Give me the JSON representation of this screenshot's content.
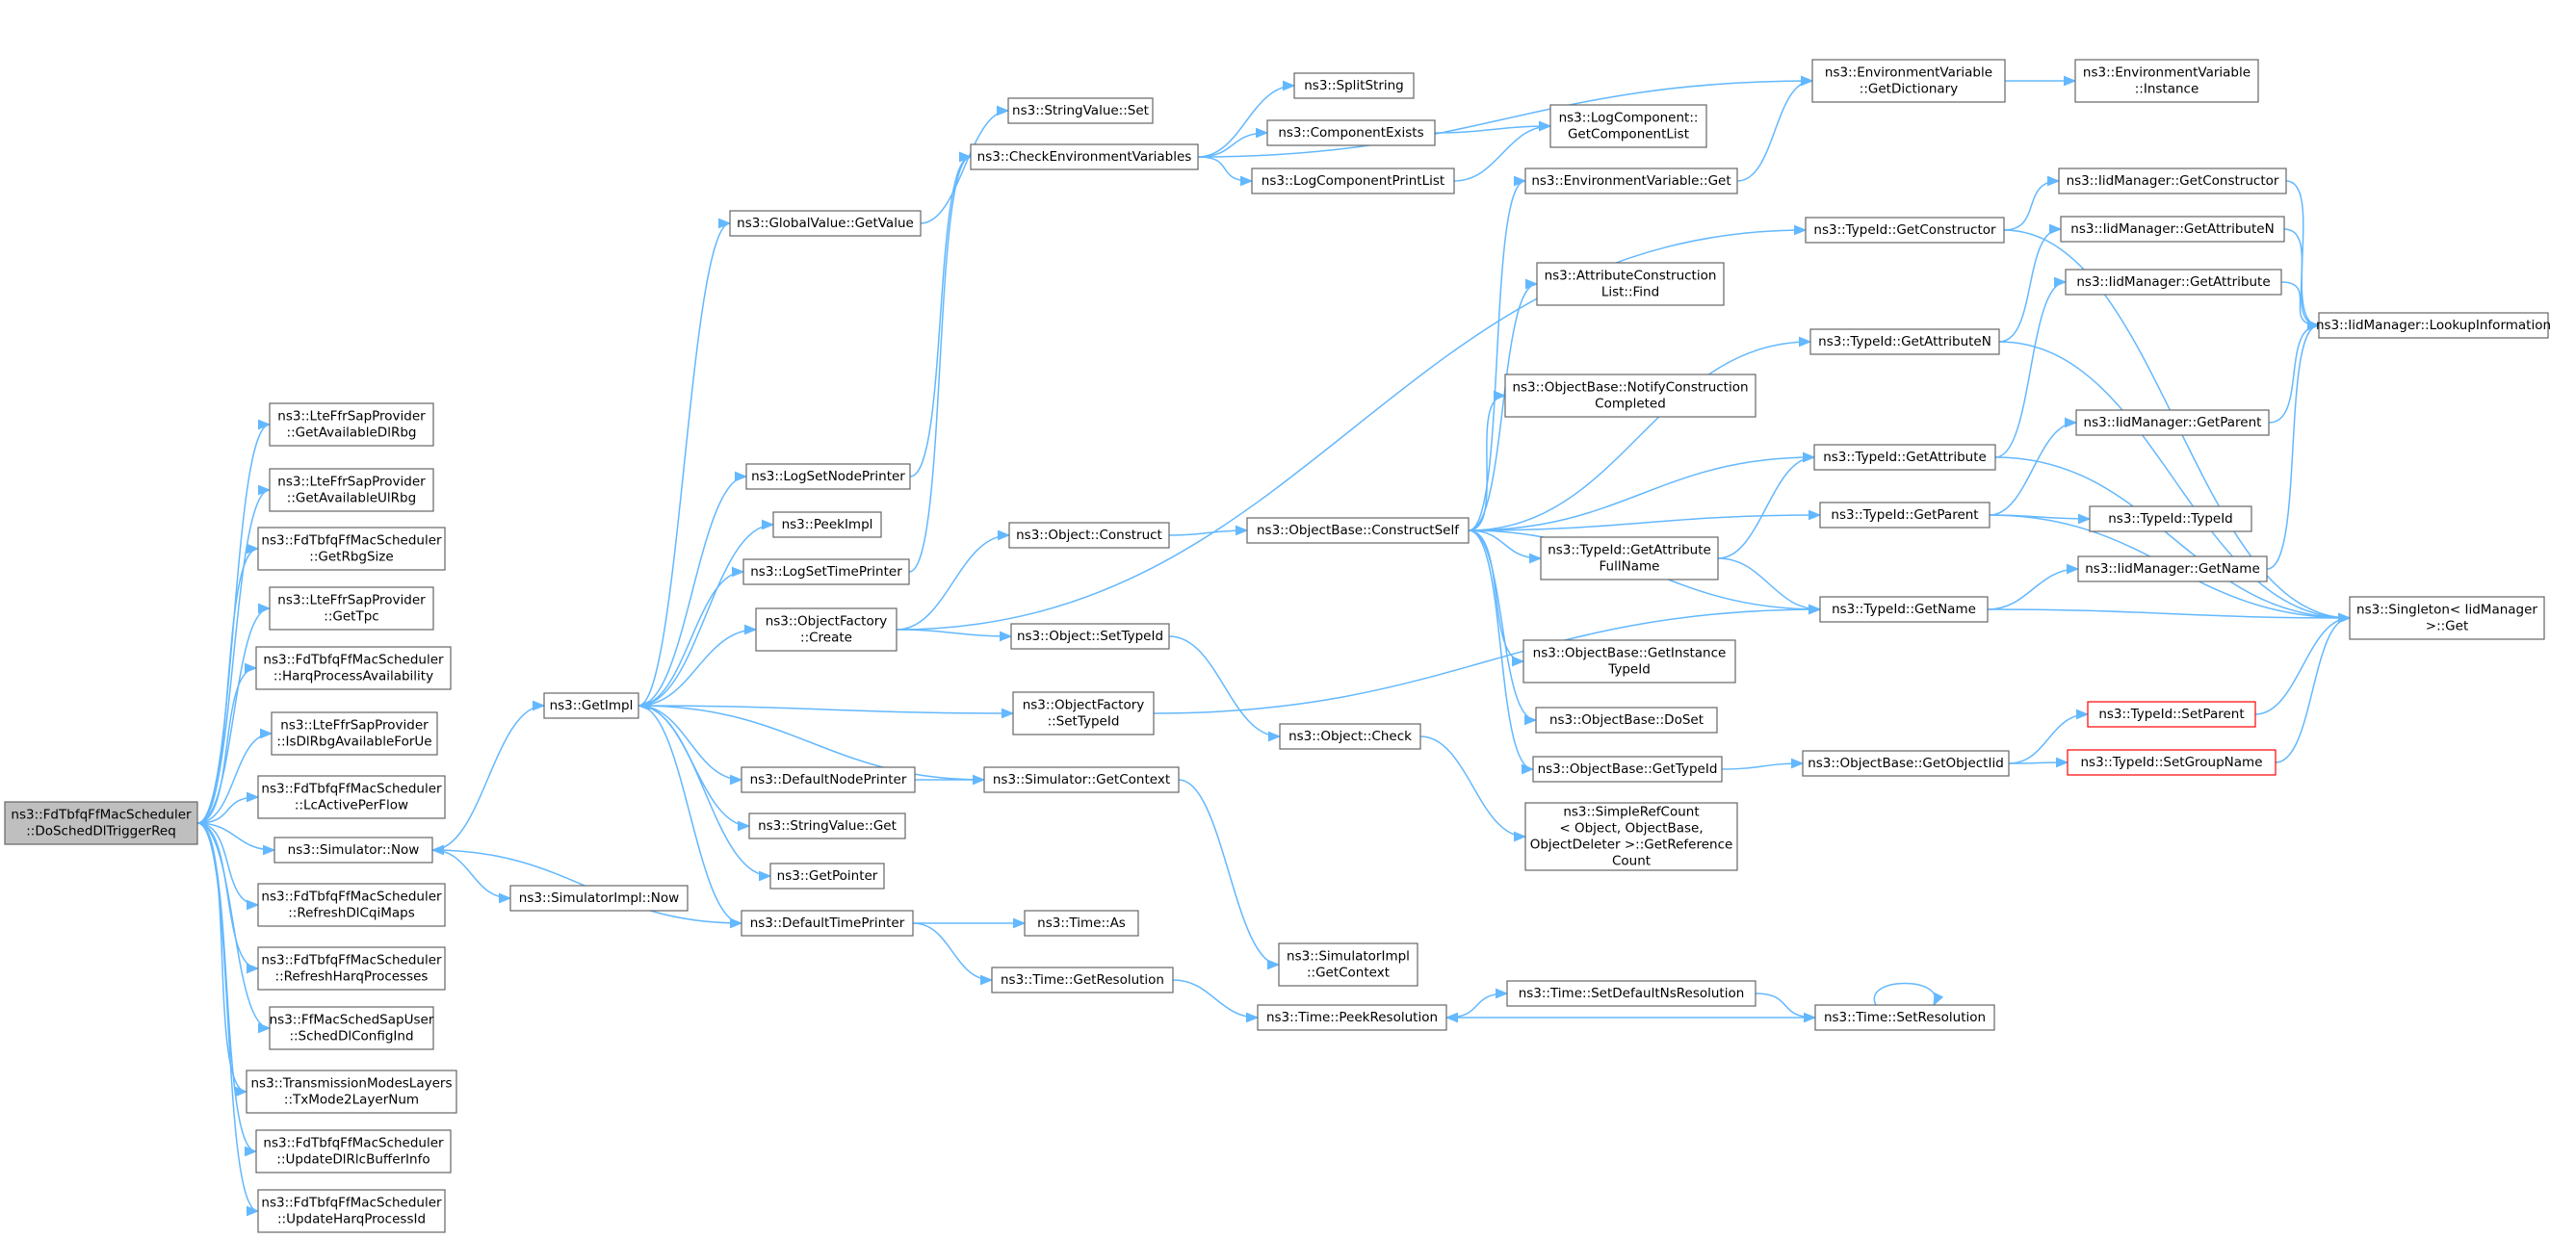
{
  "nodes": [
    {
      "id": "root",
      "lines": [
        "ns3::FdTbfqFfMacScheduler",
        "::DoSchedDlTriggerReq"
      ],
      "root": true
    },
    {
      "id": "n1",
      "lines": [
        "ns3::LteFfrSapProvider",
        "::GetAvailableDlRbg"
      ]
    },
    {
      "id": "n2",
      "lines": [
        "ns3::LteFfrSapProvider",
        "::GetAvailableUlRbg"
      ]
    },
    {
      "id": "n3",
      "lines": [
        "ns3::FdTbfqFfMacScheduler",
        "::GetRbgSize"
      ]
    },
    {
      "id": "n4",
      "lines": [
        "ns3::LteFfrSapProvider",
        "::GetTpc"
      ]
    },
    {
      "id": "n5",
      "lines": [
        "ns3::FdTbfqFfMacScheduler",
        "::HarqProcessAvailability"
      ]
    },
    {
      "id": "n6",
      "lines": [
        "ns3::LteFfrSapProvider",
        "::IsDlRbgAvailableForUe"
      ]
    },
    {
      "id": "n7",
      "lines": [
        "ns3::FdTbfqFfMacScheduler",
        "::LcActivePerFlow"
      ]
    },
    {
      "id": "simnow",
      "lines": [
        "ns3::Simulator::Now"
      ]
    },
    {
      "id": "n9",
      "lines": [
        "ns3::FdTbfqFfMacScheduler",
        "::RefreshDlCqiMaps"
      ]
    },
    {
      "id": "n10",
      "lines": [
        "ns3::FdTbfqFfMacScheduler",
        "::RefreshHarqProcesses"
      ]
    },
    {
      "id": "n11",
      "lines": [
        "ns3::FfMacSchedSapUser",
        "::SchedDlConfigInd"
      ]
    },
    {
      "id": "n12",
      "lines": [
        "ns3::TransmissionModesLayers",
        "::TxMode2LayerNum"
      ]
    },
    {
      "id": "n13",
      "lines": [
        "ns3::FdTbfqFfMacScheduler",
        "::UpdateDlRlcBufferInfo"
      ]
    },
    {
      "id": "n14",
      "lines": [
        "ns3::FdTbfqFfMacScheduler",
        "::UpdateHarqProcessId"
      ]
    },
    {
      "id": "getimpl",
      "lines": [
        "ns3::GetImpl"
      ]
    },
    {
      "id": "simimplnow",
      "lines": [
        "ns3::SimulatorImpl::Now"
      ]
    },
    {
      "id": "gvget",
      "lines": [
        "ns3::GlobalValue::GetValue"
      ]
    },
    {
      "id": "lsnp",
      "lines": [
        "ns3::LogSetNodePrinter"
      ]
    },
    {
      "id": "peek",
      "lines": [
        "ns3::PeekImpl"
      ]
    },
    {
      "id": "lstp",
      "lines": [
        "ns3::LogSetTimePrinter"
      ]
    },
    {
      "id": "ofcreate",
      "lines": [
        "ns3::ObjectFactory",
        "::Create"
      ]
    },
    {
      "id": "dnp",
      "lines": [
        "ns3::DefaultNodePrinter"
      ]
    },
    {
      "id": "svget",
      "lines": [
        "ns3::StringValue::Get"
      ]
    },
    {
      "id": "getptr",
      "lines": [
        "ns3::GetPointer"
      ]
    },
    {
      "id": "dtp",
      "lines": [
        "ns3::DefaultTimePrinter"
      ]
    },
    {
      "id": "svset",
      "lines": [
        "ns3::StringValue::Set"
      ]
    },
    {
      "id": "cev",
      "lines": [
        "ns3::CheckEnvironmentVariables"
      ]
    },
    {
      "id": "objconstruct",
      "lines": [
        "ns3::Object::Construct"
      ]
    },
    {
      "id": "objsettid",
      "lines": [
        "ns3::Object::SetTypeId"
      ]
    },
    {
      "id": "ofsettid",
      "lines": [
        "ns3::ObjectFactory",
        "::SetTypeId"
      ]
    },
    {
      "id": "simgetctx",
      "lines": [
        "ns3::Simulator::GetContext"
      ]
    },
    {
      "id": "timeas",
      "lines": [
        "ns3::Time::As"
      ]
    },
    {
      "id": "timegetres",
      "lines": [
        "ns3::Time::GetResolution"
      ]
    },
    {
      "id": "split",
      "lines": [
        "ns3::SplitString"
      ]
    },
    {
      "id": "compexists",
      "lines": [
        "ns3::ComponentExists"
      ]
    },
    {
      "id": "lcpl",
      "lines": [
        "ns3::LogComponentPrintList"
      ]
    },
    {
      "id": "obcs",
      "lines": [
        "ns3::ObjectBase::ConstructSelf"
      ]
    },
    {
      "id": "objcheck",
      "lines": [
        "ns3::Object::Check"
      ]
    },
    {
      "id": "simimplctx",
      "lines": [
        "ns3::SimulatorImpl",
        "::GetContext"
      ]
    },
    {
      "id": "timepeek",
      "lines": [
        "ns3::Time::PeekResolution"
      ]
    },
    {
      "id": "lcgcl",
      "lines": [
        "ns3::LogComponent::",
        "GetComponentList"
      ]
    },
    {
      "id": "evget",
      "lines": [
        "ns3::EnvironmentVariable::Get"
      ]
    },
    {
      "id": "acfind",
      "lines": [
        "ns3::AttributeConstruction",
        "List::Find"
      ]
    },
    {
      "id": "obnotify",
      "lines": [
        "ns3::ObjectBase::NotifyConstruction",
        "Completed"
      ]
    },
    {
      "id": "tidgafn",
      "lines": [
        "ns3::TypeId::GetAttribute",
        "FullName"
      ]
    },
    {
      "id": "obgit",
      "lines": [
        "ns3::ObjectBase::GetInstance",
        "TypeId"
      ]
    },
    {
      "id": "obdoset",
      "lines": [
        "ns3::ObjectBase::DoSet"
      ]
    },
    {
      "id": "obgettid",
      "lines": [
        "ns3::ObjectBase::GetTypeId"
      ]
    },
    {
      "id": "srcget",
      "lines": [
        "ns3::SimpleRefCount",
        "< Object, ObjectBase,",
        "ObjectDeleter >::GetReference",
        "Count"
      ]
    },
    {
      "id": "timesetdef",
      "lines": [
        "ns3::Time::SetDefaultNsResolution"
      ]
    },
    {
      "id": "evdict",
      "lines": [
        "ns3::EnvironmentVariable",
        "::GetDictionary"
      ]
    },
    {
      "id": "tidgc",
      "lines": [
        "ns3::TypeId::GetConstructor"
      ]
    },
    {
      "id": "tidgan",
      "lines": [
        "ns3::TypeId::GetAttributeN"
      ]
    },
    {
      "id": "tidga",
      "lines": [
        "ns3::TypeId::GetAttribute"
      ]
    },
    {
      "id": "tidgp",
      "lines": [
        "ns3::TypeId::GetParent"
      ]
    },
    {
      "id": "tidgn",
      "lines": [
        "ns3::TypeId::GetName"
      ]
    },
    {
      "id": "obgoi",
      "lines": [
        "ns3::ObjectBase::GetObjectIid"
      ]
    },
    {
      "id": "timesetres",
      "lines": [
        "ns3::Time::SetResolution"
      ]
    },
    {
      "id": "evinst",
      "lines": [
        "ns3::EnvironmentVariable",
        "::Instance"
      ]
    },
    {
      "id": "iidgc",
      "lines": [
        "ns3::IidManager::GetConstructor"
      ]
    },
    {
      "id": "iidgan",
      "lines": [
        "ns3::IidManager::GetAttributeN"
      ]
    },
    {
      "id": "iidga",
      "lines": [
        "ns3::IidManager::GetAttribute"
      ]
    },
    {
      "id": "iidgp",
      "lines": [
        "ns3::IidManager::GetParent"
      ]
    },
    {
      "id": "tidtid",
      "lines": [
        "ns3::TypeId::TypeId"
      ]
    },
    {
      "id": "iidgn",
      "lines": [
        "ns3::IidManager::GetName"
      ]
    },
    {
      "id": "tidsp",
      "lines": [
        "ns3::TypeId::SetParent"
      ],
      "truncated": true
    },
    {
      "id": "tidsgn",
      "lines": [
        "ns3::TypeId::SetGroupName"
      ],
      "truncated": true
    },
    {
      "id": "iidlookup",
      "lines": [
        "ns3::IidManager::LookupInformation"
      ]
    },
    {
      "id": "singleton",
      "lines": [
        "ns3::Singleton< IidManager",
        ">::Get"
      ]
    }
  ]
}
